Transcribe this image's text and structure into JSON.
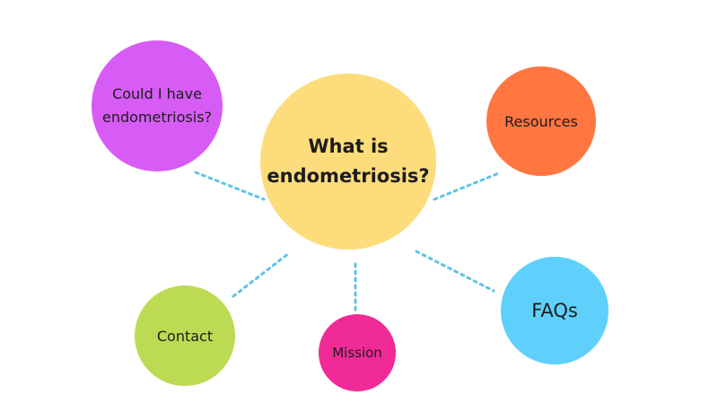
{
  "diagram": {
    "connector_color": "#5fc3e8",
    "center": {
      "label": "What is\nendometriosis?",
      "color": "#fddc7c"
    },
    "nodes": [
      {
        "key": "could",
        "label": "Could I have\nendometriosis?",
        "color": "#d75cf5"
      },
      {
        "key": "resources",
        "label": "Resources",
        "color": "#ff7640"
      },
      {
        "key": "contact",
        "label": "Contact",
        "color": "#bddb52"
      },
      {
        "key": "mission",
        "label": "Mission",
        "color": "#f02a96"
      },
      {
        "key": "faqs",
        "label": "FAQs",
        "color": "#5fd0fb"
      }
    ]
  }
}
